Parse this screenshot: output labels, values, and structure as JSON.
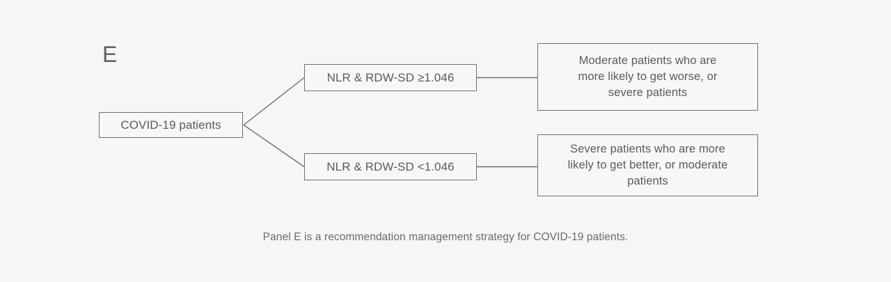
{
  "panel": {
    "label": "E",
    "caption": "Panel E is a recommendation management strategy for COVID-19 patients."
  },
  "nodes": {
    "root": {
      "text": "COVID-19 patients"
    },
    "rule_high": {
      "text": "NLR & RDW-SD ≥1.046"
    },
    "rule_low": {
      "text": "NLR & RDW-SD <1.046"
    },
    "outcome_high": {
      "text": "Moderate patients who are\nmore likely to get worse, or\nsevere patients"
    },
    "outcome_low": {
      "text": "Severe patients who are more\nlikely to get better, or moderate\npatients"
    }
  },
  "colors": {
    "background": "#f6f6f5",
    "box_border": "#6f6f6f",
    "box_fill": "#f7f7f6",
    "text": "#5b5b5b",
    "caption_text": "#6a6a6a",
    "connector": "#6f6f6f"
  }
}
